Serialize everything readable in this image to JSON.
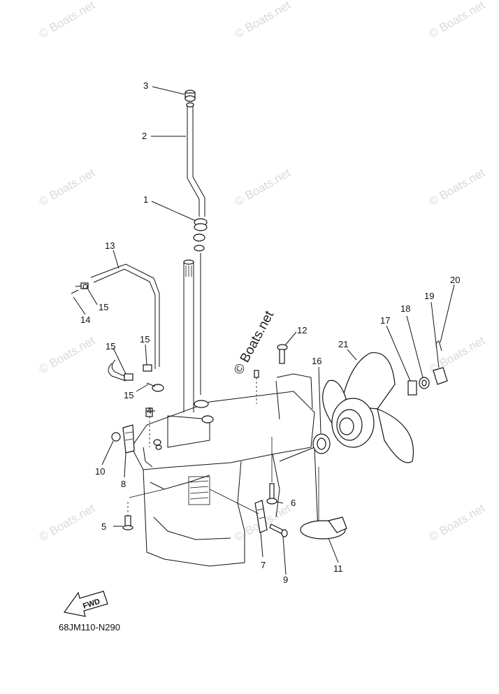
{
  "watermark": "© Boats.net",
  "diagram_code": "68JM110-N290",
  "fwd_label": "FWD",
  "callouts": {
    "c1": "1",
    "c2": "2",
    "c3": "3",
    "c4": "4",
    "c5": "5",
    "c6": "6",
    "c7": "7",
    "c8": "8",
    "c9": "9",
    "c10": "10",
    "c11": "11",
    "c12": "12",
    "c13": "13",
    "c14": "14",
    "c15a": "15",
    "c15b": "15",
    "c15c": "15",
    "c15d": "15",
    "c16": "16",
    "c17": "17",
    "c18": "18",
    "c19": "19",
    "c20": "20",
    "c21": "21"
  }
}
